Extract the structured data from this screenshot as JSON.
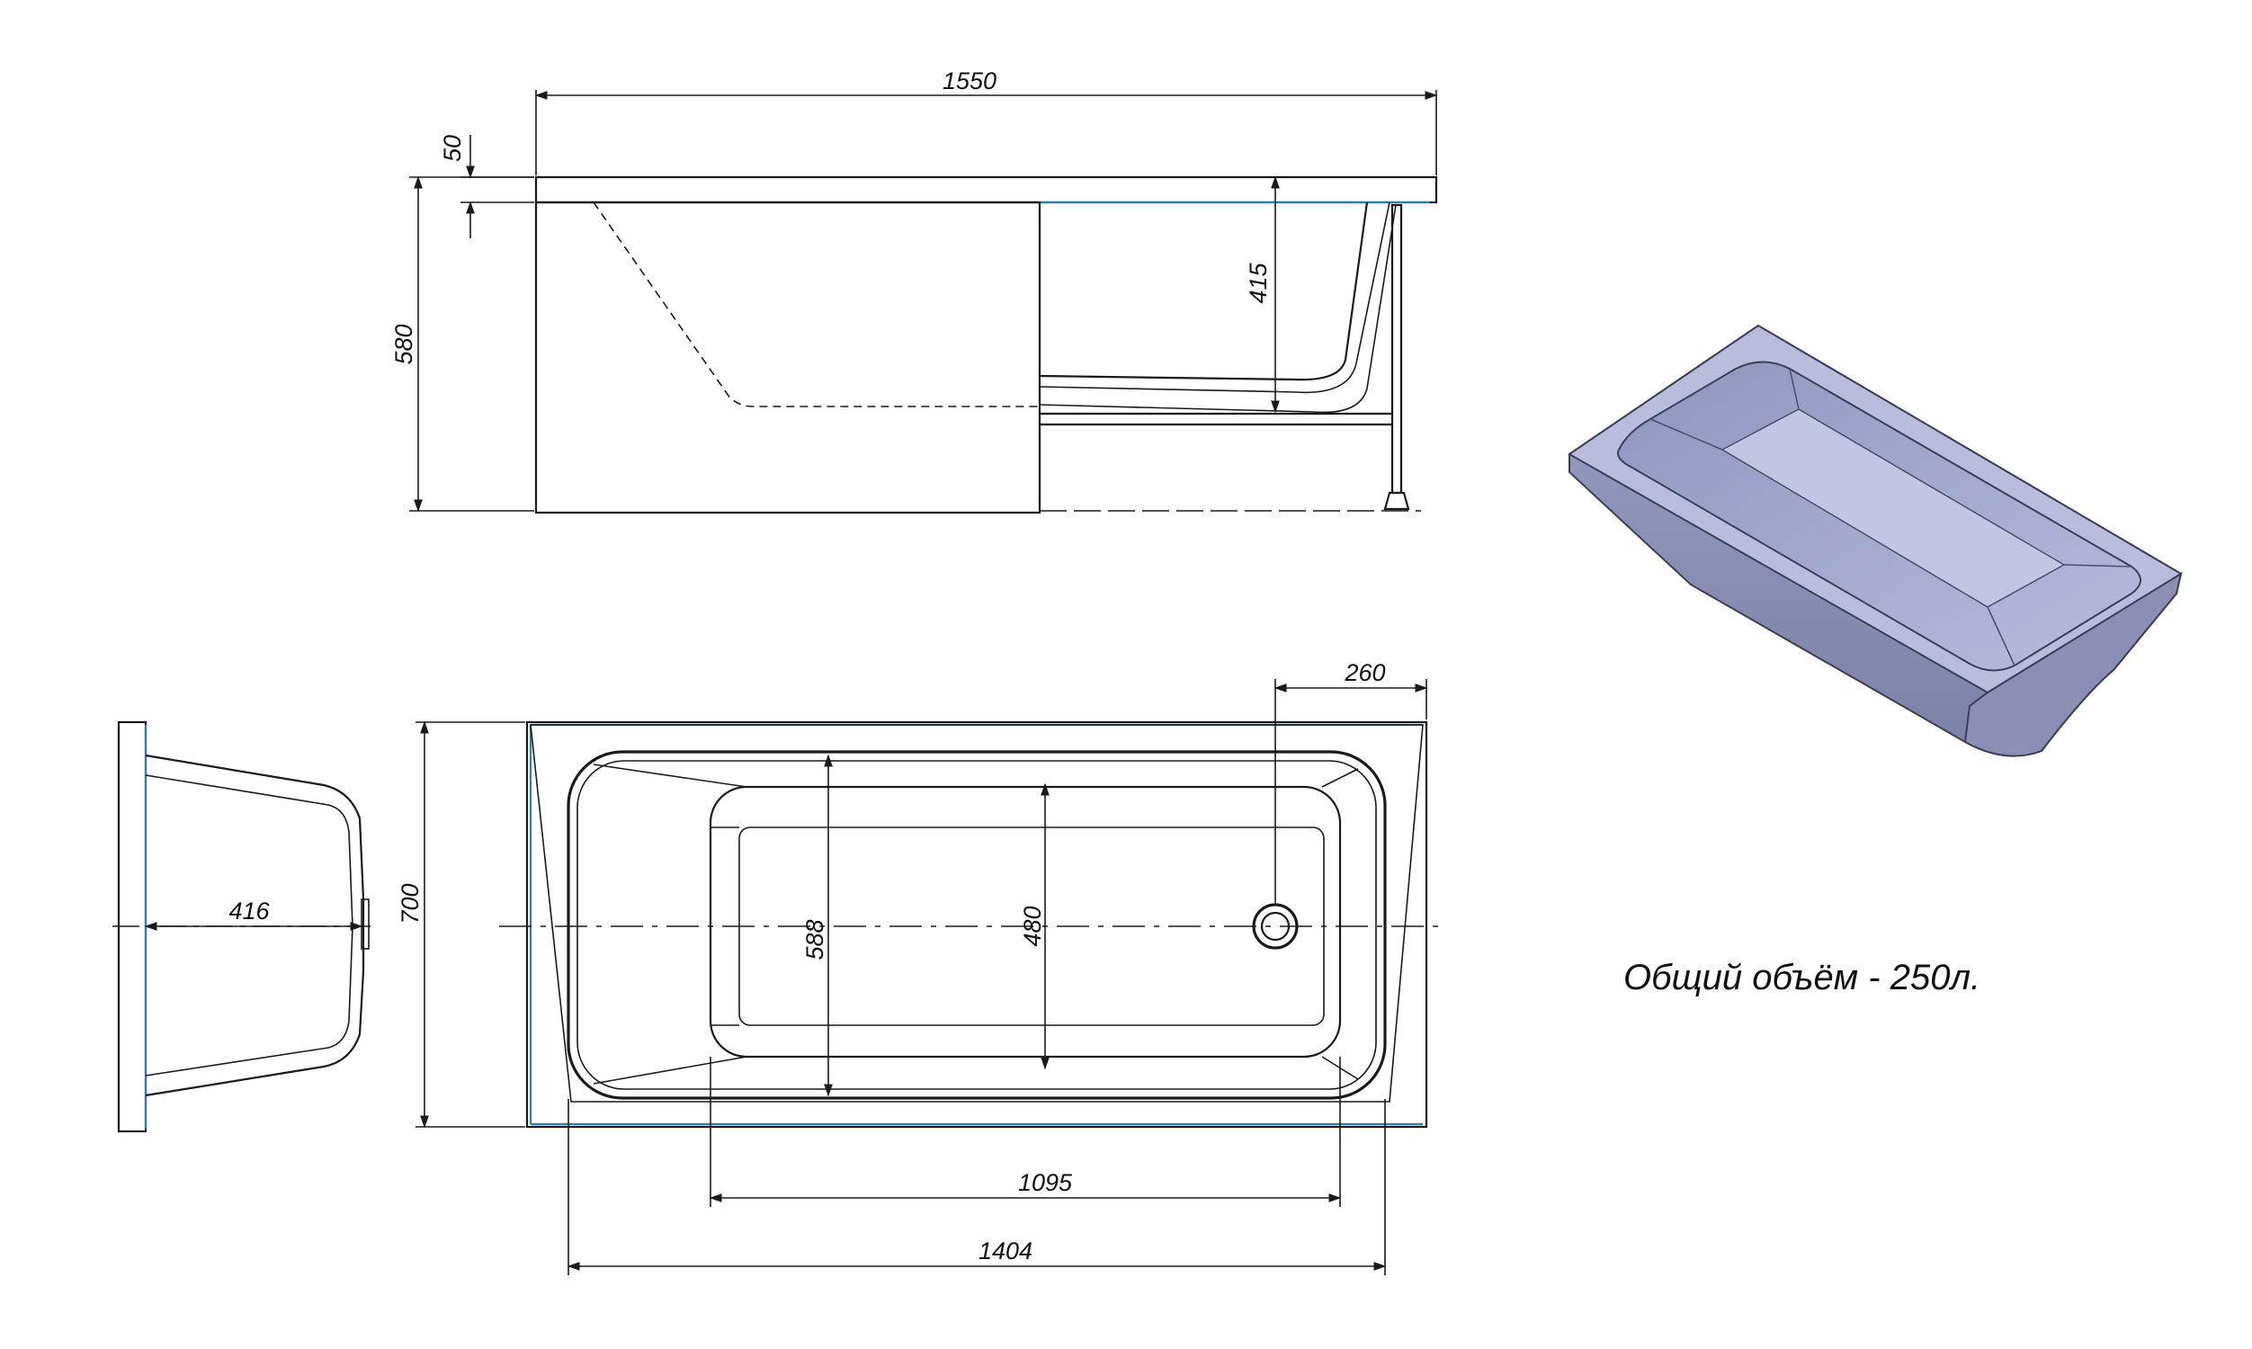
{
  "dimensions": {
    "overall_length": "1550",
    "rim_height": "50",
    "total_height": "580",
    "inner_depth": "415",
    "drain_offset": "260",
    "overall_width": "700",
    "end_depth": "416",
    "inner_width": "588",
    "bottom_width": "480",
    "bottom_length": "1095",
    "inner_length": "1404"
  },
  "note": "Общий объём - 250л.",
  "colors": {
    "line": "#1a1a1a",
    "accent_edge": "#2e7fa6",
    "render_fill": "#a9aed0",
    "render_shadow": "#6f7497"
  }
}
